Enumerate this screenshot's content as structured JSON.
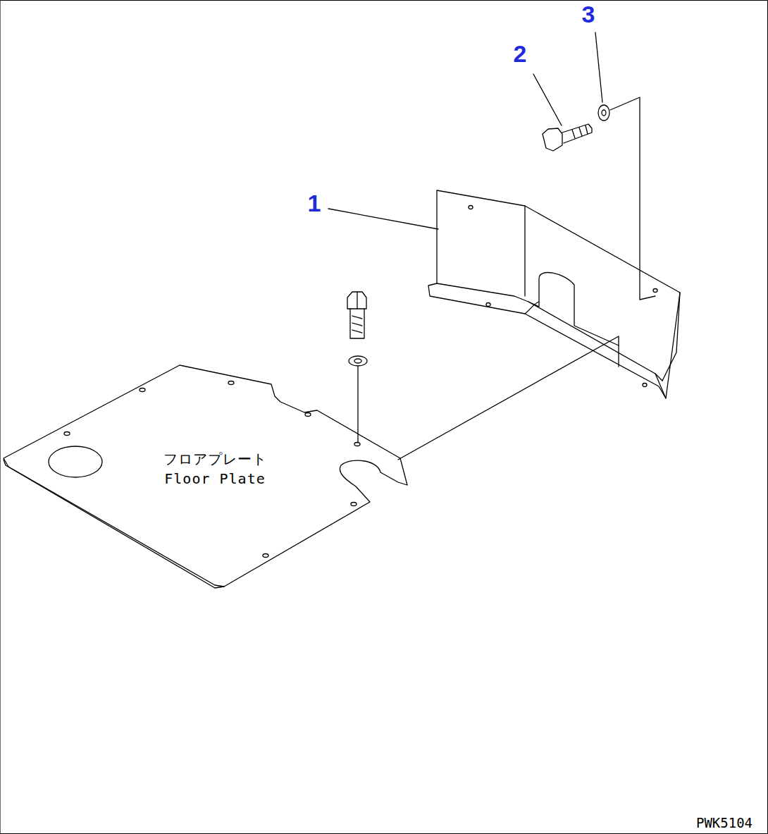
{
  "diagram": {
    "labels": [
      "1",
      "2",
      "3",
      "フロアプレート",
      "Floor Plate",
      "PWK5104"
    ]
  }
}
